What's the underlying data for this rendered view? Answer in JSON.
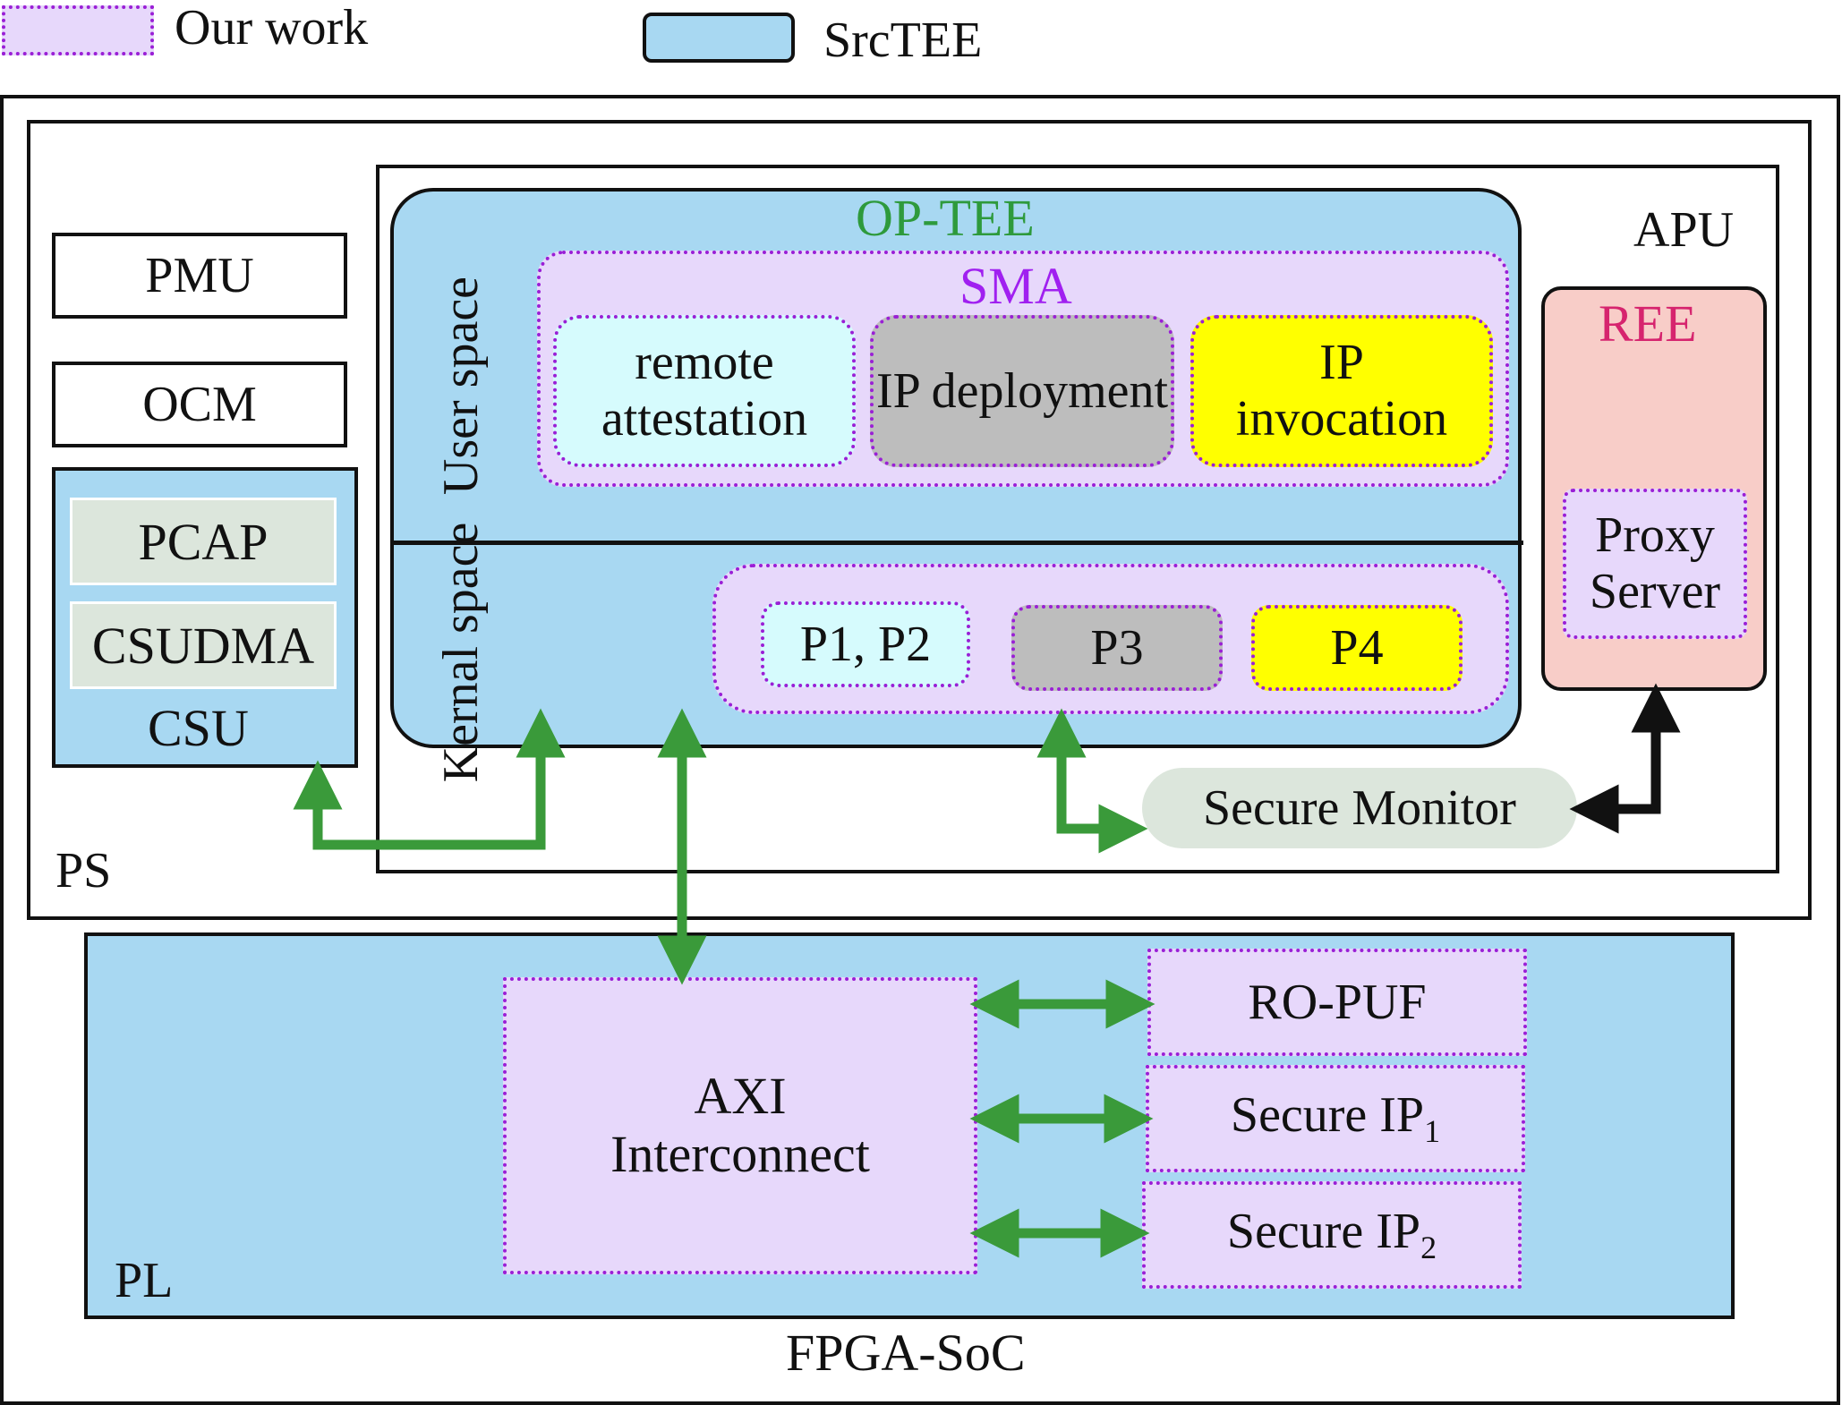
{
  "legend": {
    "our_work": "Our work",
    "srctee": "SrcTEE"
  },
  "blocks": {
    "fpga_soc": "FPGA-SoC",
    "ps": "PS",
    "pl": "PL",
    "apu": "APU",
    "pmu": "PMU",
    "ocm": "OCM",
    "csu": "CSU",
    "pcap": "PCAP",
    "csudma": "CSUDMA",
    "op_tee": "OP-TEE",
    "user_space": "User space",
    "kernel_space": "Kernal space",
    "sma": "SMA",
    "remote_attestation": "remote attestation",
    "ip_deployment": "IP deployment",
    "ip_invocation": "IP invocation",
    "p1p2": "P1, P2",
    "p3": "P3",
    "p4": "P4",
    "ree": "REE",
    "proxy_server": "Proxy Server",
    "secure_monitor": "Secure Monitor",
    "axi_interconnect": "AXI Interconnect",
    "ro_puf": "RO-PUF",
    "secure_ip1": "Secure IP",
    "secure_ip1_sub": "1",
    "secure_ip2": "Secure IP",
    "secure_ip2_sub": "2"
  },
  "colors": {
    "srctee_fill": "#a8d8f2",
    "our_work_fill": "#e7d8fb",
    "our_work_border": "#9a1fd6",
    "op_tee_text": "#2e9a3c",
    "sma_text": "#a020f0",
    "ree_text": "#d6246e",
    "ree_fill": "#f8cdc8",
    "remote_attestation_fill": "#d6fbfd",
    "ip_deployment_fill": "#bdbdbd",
    "ip_invocation_fill": "#ffff00",
    "pcap_fill": "#dce6dc",
    "secure_monitor_fill": "#dce6dc",
    "arrow_green": "#3a9a3a",
    "arrow_black": "#111111"
  }
}
